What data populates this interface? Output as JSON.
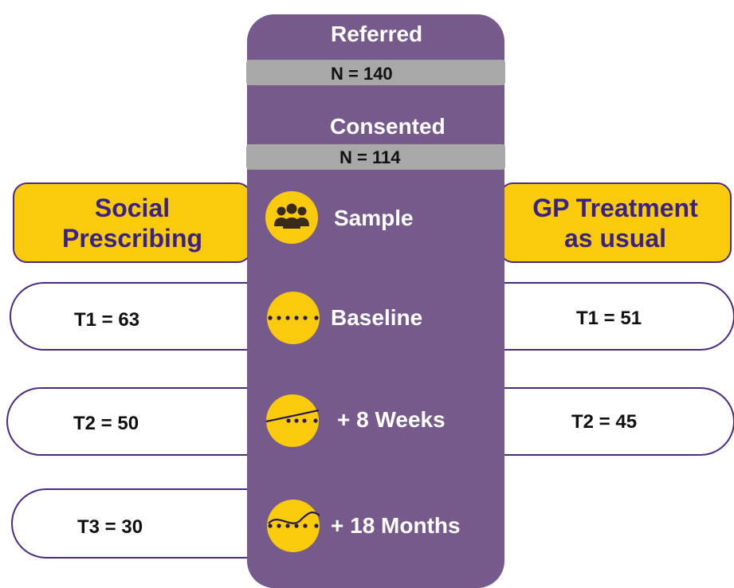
{
  "center": {
    "referred": {
      "title": "Referred",
      "n": "N = 140"
    },
    "consented": {
      "title": "Consented",
      "n": "N = 114"
    },
    "stages": [
      {
        "label": "Sample",
        "icon": "group-people-icon"
      },
      {
        "label": "Baseline",
        "icon": "dotted-line-icon"
      },
      {
        "label": "+ 8 Weeks",
        "icon": "slope-line-icon"
      },
      {
        "label": "+ 18 Months",
        "icon": "curve-line-icon"
      }
    ]
  },
  "social_prescribing": {
    "title_line1": "Social",
    "title_line2": "Prescribing",
    "t1": "T1 = 63",
    "t2": "T2 = 50",
    "t3": "T3 = 30"
  },
  "gp_treatment": {
    "title_line1": "GP Treatment",
    "title_line2": "as usual",
    "t1": "T1 = 51",
    "t2": "T2 = 45"
  },
  "colors": {
    "purple_column": "#765a8c",
    "yellow": "#f9cb0c",
    "outline": "#4b2a86",
    "header_text": "#3b2384",
    "grey_bar": "#a8a8a8"
  }
}
